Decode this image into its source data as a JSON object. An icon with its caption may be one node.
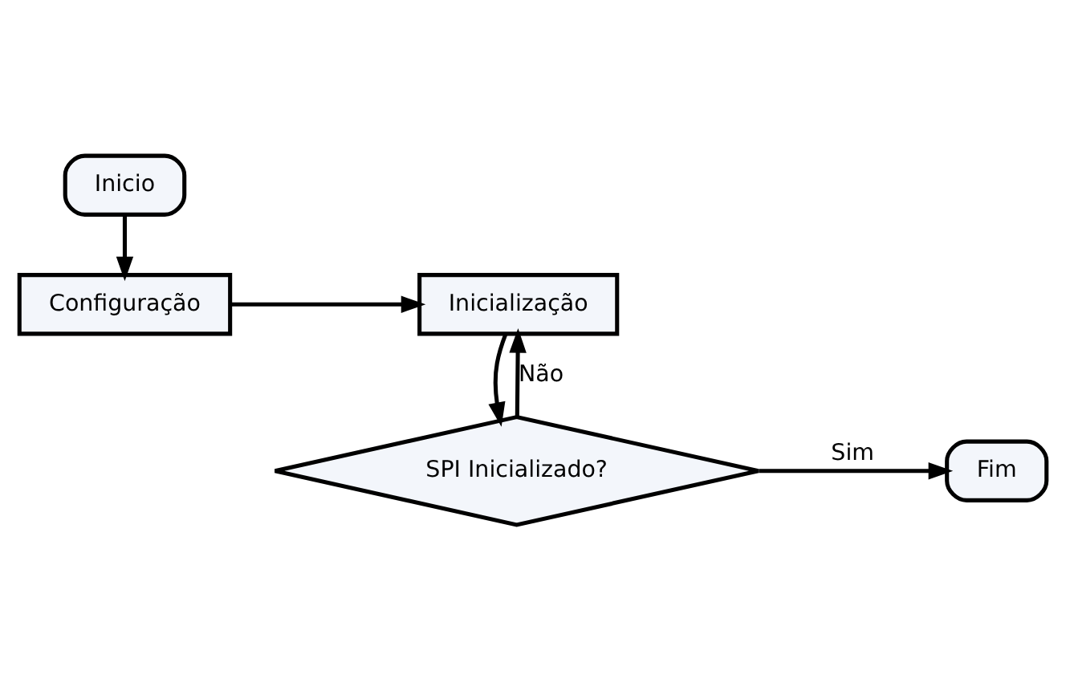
{
  "diagram": {
    "nodes": [
      {
        "text": [
          "Inicio"
        ]
      },
      {
        "text": [
          "Configuração"
        ]
      },
      {
        "text": [
          "Inicialização"
        ]
      },
      {
        "text": [
          "SPI Inicializado?"
        ]
      },
      {
        "text": [
          "Fim"
        ]
      }
    ],
    "edges": [
      {
        "from": 0,
        "to": 1,
        "arrow": "to"
      },
      {
        "from": 1,
        "to": 2,
        "arrow": "to"
      },
      {
        "from": 2,
        "to": 3,
        "arrow": "to"
      },
      {
        "from": 3,
        "to": 2,
        "arrow": "to",
        "label": "Não"
      },
      {
        "from": 3,
        "to": 4,
        "arrow": "to",
        "label": "Sim"
      }
    ]
  }
}
